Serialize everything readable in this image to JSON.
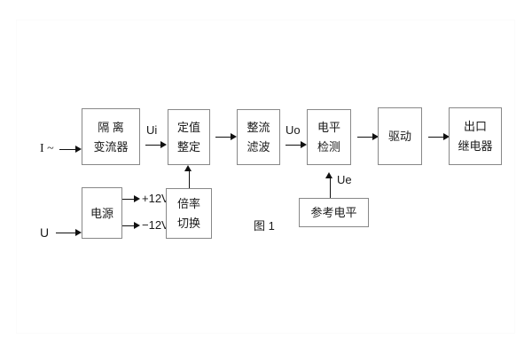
{
  "figure": {
    "caption": "图 1",
    "blocks": [
      {
        "id": "isolation-ct",
        "line1": "隔 离",
        "line2": "变流器"
      },
      {
        "id": "setting-value",
        "line1": "定值",
        "line2": "整定"
      },
      {
        "id": "rectify-filter",
        "line1": "整流",
        "line2": "滤波"
      },
      {
        "id": "level-detect",
        "line1": "电平",
        "line2": "检测"
      },
      {
        "id": "drive",
        "line1": "驱动",
        "line2": ""
      },
      {
        "id": "output-relay",
        "line1": "出口",
        "line2": "继电器"
      },
      {
        "id": "power-supply",
        "line1": "电源",
        "line2": ""
      },
      {
        "id": "range-switch",
        "line1": "倍率",
        "line2": "切换"
      },
      {
        "id": "reference-level",
        "line1": "参考电平",
        "line2": ""
      }
    ],
    "signals": {
      "current_input": "I ~",
      "voltage_input": "U",
      "ui": "Ui",
      "uo": "Uo",
      "ue": "Ue",
      "rail_positive": "+12V",
      "rail_negative": "−12V"
    },
    "colors": {
      "box_border": "#888888",
      "line": "#111111",
      "text": "#1a1a1a",
      "background": "#ffffff"
    }
  }
}
